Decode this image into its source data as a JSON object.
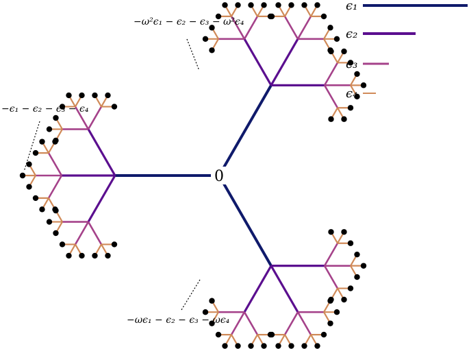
{
  "diagram": {
    "origin_label": "0",
    "annotations": {
      "top": "−ω²ϵ₁ − ϵ₂ − ϵ₃ − ω²ϵ₄",
      "left": "−ϵ₁ − ϵ₂ − ϵ₃ − ϵ₄",
      "bottom": "−ωϵ₁ − ϵ₂ − ϵ₃ − ωϵ₄"
    },
    "legend": [
      {
        "label": "ϵ₁",
        "color": "#0f1a6b"
      },
      {
        "label": "ϵ₂",
        "color": "#5b0f8f"
      },
      {
        "label": "ϵ₃",
        "color": "#a5428a"
      },
      {
        "label": "ϵ₄",
        "color": "#d08a58"
      }
    ],
    "branch_colors": [
      "#0f1a6b",
      "#5b0f8f",
      "#a5428a",
      "#d08a58"
    ],
    "leaf_color": "#000000"
  }
}
